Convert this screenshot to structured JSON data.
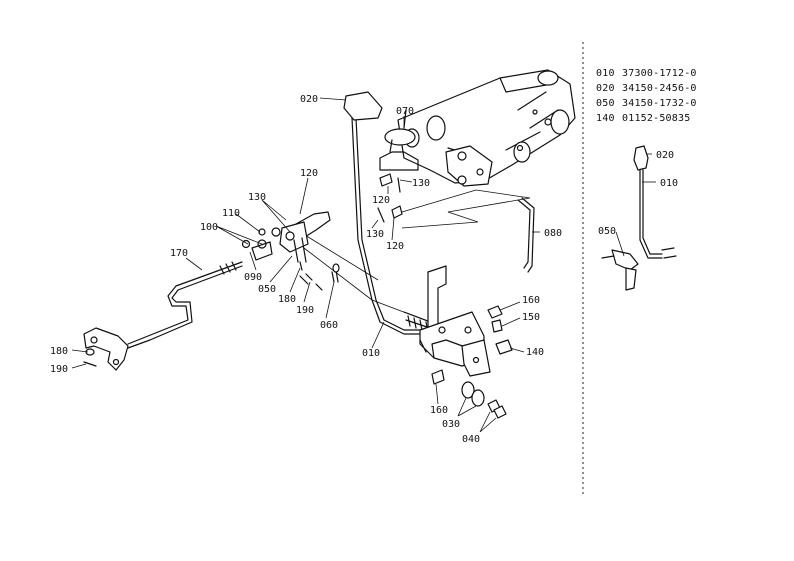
{
  "legend": [
    {
      "ref": "010",
      "part": "37300-1712-0"
    },
    {
      "ref": "020",
      "part": "34150-2456-0"
    },
    {
      "ref": "050",
      "part": "34150-1732-0"
    },
    {
      "ref": "140",
      "part": "01152-50835"
    }
  ],
  "callouts": {
    "c020_main": "020",
    "c070": "070",
    "c130_right": "130",
    "c120_right_a": "120",
    "c130_right_b": "130",
    "c120_right_b": "120",
    "c080": "080",
    "c120_upper": "120",
    "c130_upper": "130",
    "c110": "110",
    "c100": "100",
    "c170": "170",
    "c090": "090",
    "c050": "050",
    "c180_mid": "180",
    "c190_mid": "190",
    "c060": "060",
    "c010_main": "010",
    "c160_right": "160",
    "c150": "150",
    "c140": "140",
    "c160_lower": "160",
    "c030": "030",
    "c040": "040",
    "c180_left": "180",
    "c190_left": "190",
    "inset_020": "020",
    "inset_010": "010",
    "inset_050": "050"
  }
}
